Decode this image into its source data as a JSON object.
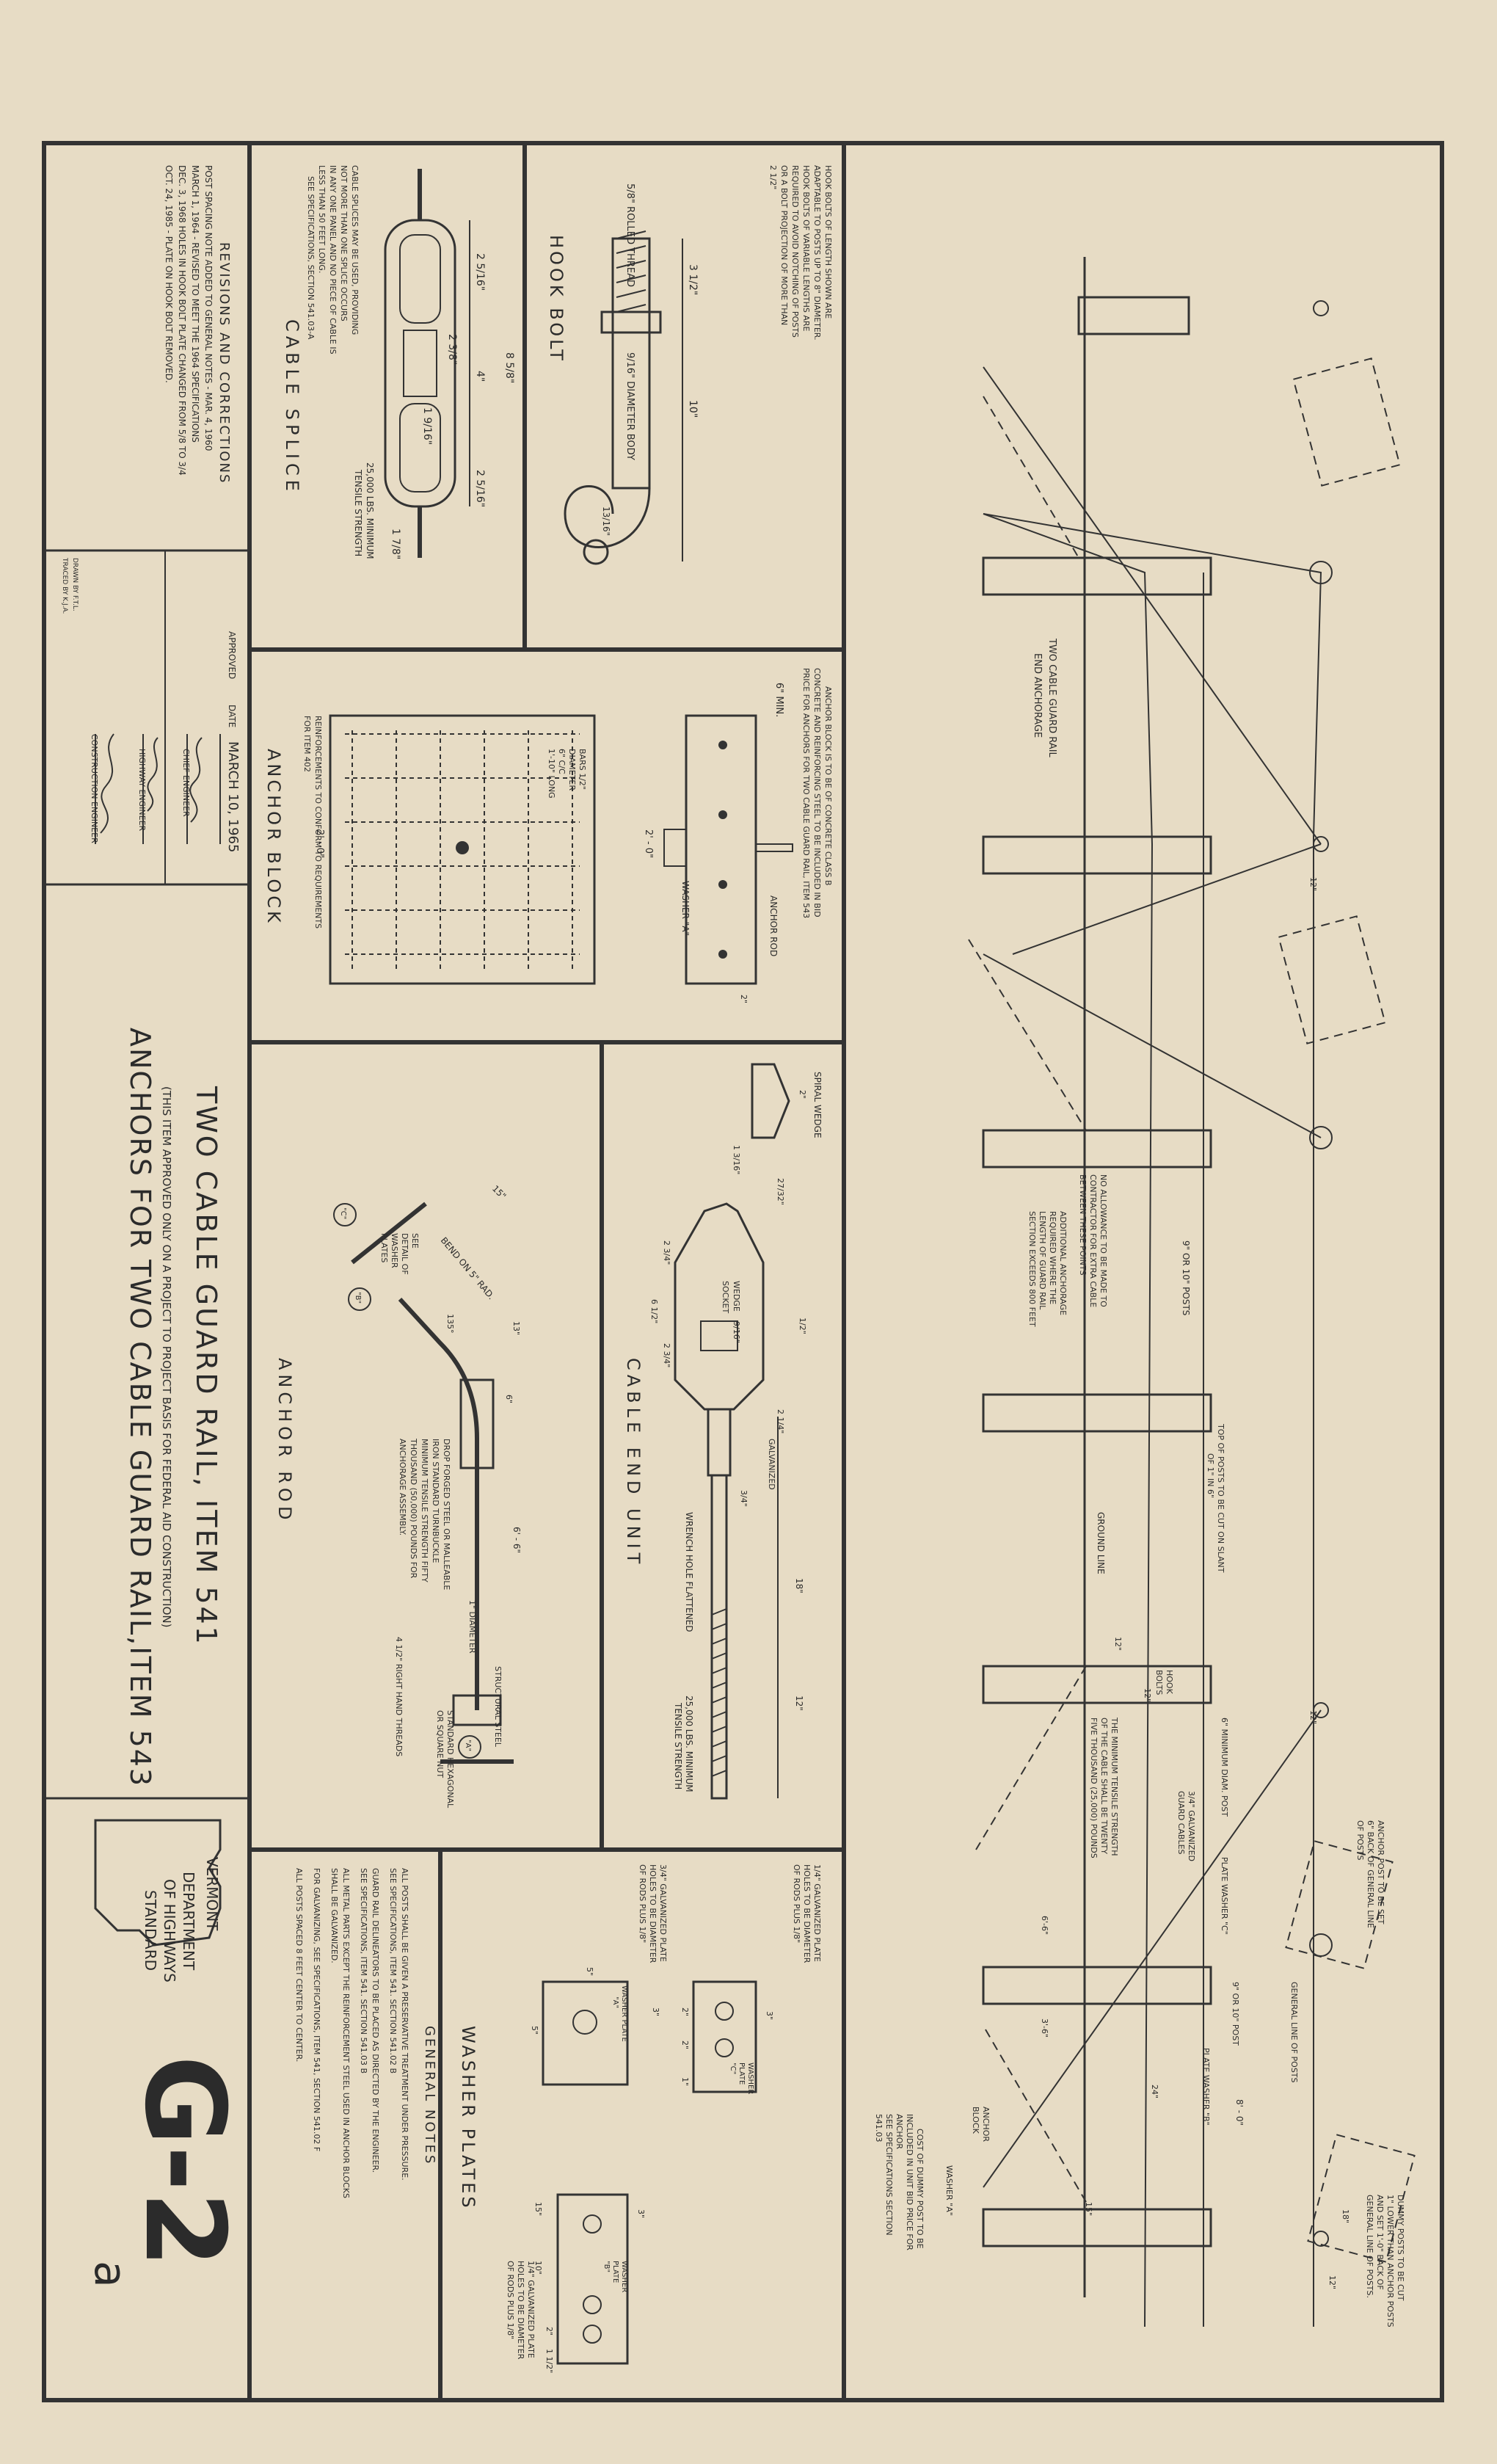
{
  "title_block": {
    "title_line1": "TWO CABLE GUARD RAIL, ITEM 541",
    "title_note": "(THIS ITEM APPROVED ONLY ON A PROJECT TO PROJECT BASIS FOR FEDERAL AID CONSTRUCTION)",
    "title_line2": "ANCHORS FOR TWO CABLE GUARD RAIL,ITEM 543",
    "state": "VERMONT",
    "agency_line1": "DEPARTMENT",
    "agency_line2": "OF HIGHWAYS",
    "agency_line3": "STANDARD",
    "sheet_number": "G-2",
    "sheet_suffix": "a"
  },
  "revisions": {
    "heading": "REVISIONS AND CORRECTIONS",
    "lines": [
      "POST SPACING NOTE ADDED TO GENERAL NOTES - MAR. 4, 1960",
      "MARCH 1, 1964 - REVISED TO MEET THE 1964 SPECIFICATIONS",
      "DEC. 3, 1968  HOLES IN HOOK BOLT PLATE CHANGED FROM 5/8 TO 3/4",
      "OCT. 24, 1985 - PLATE ON HOOK BOLT REMOVED."
    ]
  },
  "approval": {
    "approved_label": "APPROVED",
    "date_label": "DATE",
    "date_value": "MARCH 10, 1965",
    "drawn_by": "DRAWN BY  F.T.L.",
    "traced_by": "TRACED BY  K.J.A.",
    "chief_engineer": "CHIEF ENGINEER",
    "highway_engineer": "HIGHWAY ENGINEER",
    "construction_engineer": "CONSTRUCTION ENGINEER"
  },
  "cable_splice": {
    "title": "CABLE SPLICE",
    "note": [
      "CABLE SPLICES MAY BE USED, PROVIDING",
      "NOT MORE THAN ONE SPLICE OCCURS",
      "IN ANY ONE PANEL AND NO PIECE OF CABLE IS",
      "LESS THAN 50 FEET LONG.",
      "SEE SPECIFICATIONS, SECTION 541.03-A"
    ],
    "strength": [
      "25,000 LBS. MINIMUM",
      "TENSILE STRENGTH"
    ],
    "dims": [
      "2 5/16\"",
      "8 5/8\"",
      "2 3/8\"",
      "4\"",
      "1 9/16\"",
      "2 5/16\"",
      "1 7/8\""
    ]
  },
  "hook_bolt": {
    "title": "HOOK BOLT",
    "note": [
      "HOOK BOLTS OF LENGTH SHOWN ARE",
      "ADAPTABLE TO POSTS UP TO 8\" DIAMETER.",
      "HOOK BOLTS OF VARIABLE LENGTHS ARE",
      "REQUIRED TO AVOID NOTCHING OF POSTS",
      "OR A BOLT PROJECTION OF MORE THAN",
      "2 1/2\""
    ],
    "thread_label": "5/8\" ROLLED THREAD",
    "body_label": "9/16\" DIAMETER BODY",
    "dims": [
      "3 1/2\"",
      "10\"",
      "13/16\""
    ]
  },
  "anchor_block": {
    "title": "ANCHOR BLOCK",
    "note": [
      "ANCHOR BLOCK IS TO BE OF CONCRETE CLASS B",
      "CONCRETE AND REINFORCING STEEL TO BE INCLUDED IN BID",
      "PRICE FOR ANCHORS FOR TWO CABLE GUARD RAIL, ITEM 543"
    ],
    "bars_label": [
      "BARS 1/2\"",
      "DIAMETER",
      "6\" C/C",
      "1'-10\" LONG"
    ],
    "reinf_note": [
      "REINFORCEMENTS TO CONFORM TO REQUIREMENTS",
      "FOR ITEM 402"
    ],
    "anchor_rod_label": "ANCHOR ROD",
    "washer_label": "WASHER \"A\"",
    "dims": [
      "6\" MIN.",
      "2' - 0\"",
      "2' - 0\"",
      "2\""
    ]
  },
  "cable_end_unit": {
    "title": "CABLE END UNIT",
    "spiral_wedge": "SPIRAL WEDGE",
    "wedge_socket": [
      "WEDGE",
      "SOCKET"
    ],
    "galvanized": "GALVANIZED",
    "wrench_hole": "WRENCH HOLE FLATTENED",
    "strength": [
      "25,000 LBS. MINIMUM",
      "TENSILE STRENGTH"
    ],
    "dims": [
      "2\"",
      "1 3/16\"",
      "27/32\"",
      "9/16\"",
      "1/2\"",
      "2 3/4\"",
      "6 1/2\"",
      "2 3/4\"",
      "2 1/4\"",
      "3/4\"",
      "18\"",
      "12\""
    ]
  },
  "anchor_rod": {
    "title": "ANCHOR ROD",
    "see_detail": [
      "SEE",
      "DETAIL OF",
      "WASHER",
      "PLATES"
    ],
    "bend": "BEND ON 5\" RAD.",
    "forged_note": [
      "DROP FORGED STEEL OR MALLEABLE",
      "IRON STANDARD TURNBUCKLE",
      "MINIMUM TENSILE STRENGTH FIFTY",
      "THOUSAND (50,000) POUNDS FOR",
      "ANCHORAGE ASSEMBLY."
    ],
    "diameter": "1\" DIAMETER",
    "nut": [
      "STANDARD HEXAGONAL",
      "OR SQUARE NUT"
    ],
    "threads": "4 1/2\" RIGHT HAND THREADS",
    "structural_steel": "STRUCTURAL STEEL",
    "dims": [
      "15\"",
      "135°",
      "13\"",
      "6\"",
      "6' - 6\""
    ],
    "callouts": [
      "\"C\"",
      "\"B\"",
      "\"A\""
    ]
  },
  "washer_plates": {
    "title": "WASHER PLATES",
    "plate_c": [
      "WASHER",
      "PLATE",
      "\"C\""
    ],
    "plate_a": [
      "WASHER PLATE",
      "\"A\""
    ],
    "plate_b": [
      "WASHER",
      "PLATE",
      "\"B\""
    ],
    "note_c": [
      "1/4\" GALVANIZED PLATE",
      "HOLES TO BE DIAMETER",
      "OF RODS PLUS 1/8\""
    ],
    "note_a": [
      "3/4\" GALVANIZED PLATE",
      "HOLES TO BE DIAMETER",
      "OF RODS PLUS 1/8\""
    ],
    "note_b": [
      "1/4\" GALVANIZED PLATE",
      "HOLES TO BE DIAMETER",
      "OF RODS PLUS 1/8\""
    ],
    "dims": [
      "3\"",
      "2\"",
      "2\"",
      "1\"",
      "3\"",
      "5\"",
      "5\"",
      "3\"",
      "2\"",
      "1 1/2\"",
      "10\"",
      "15\""
    ]
  },
  "general_notes": {
    "heading": "GENERAL NOTES",
    "lines": [
      "ALL POSTS SHALL BE GIVEN A PRESERVATIVE TREATMENT UNDER PRESSURE.",
      "SEE SPECIFICATIONS, ITEM 541. SECTION 541.02 B",
      "GUARD RAIL DELINEATORS TO BE PLACED AS DIRECTED BY THE ENGINEER.",
      "SEE SPECIFICATIONS, ITEM 541. SECTION 541.03 B",
      "ALL METAL PARTS EXCEPT THE REINFORCEMENT STEEL USED IN ANCHOR BLOCKS",
      "SHALL BE GALVANIZED.",
      "FOR GALVANIZING, SEE SPECIFICATIONS, ITEM 541, SECTION 541.02 F",
      "ALL POSTS SPACED 8 FEET CENTER TO CENTER."
    ]
  },
  "elevation": {
    "two_cable_end": [
      "TWO CABLE GUARD RAIL",
      "END ANCHORAGE"
    ],
    "no_allowance": [
      "NO ALLOWANCE TO BE MADE TO",
      "CONTRACTOR FOR EXTRA CABLE",
      "BETWEEN THESE POINTS"
    ],
    "additional_anchorage": [
      "ADDITIONAL ANCHORAGE",
      "REQUIRED WHERE THE",
      "LENGTH OF GUARD RAIL",
      "SECTION EXCEEDS 800 FEET"
    ],
    "posts_9_10": "9\" OR 10\" POSTS",
    "top_of_posts": [
      "TOP OF POSTS TO BE CUT ON SLANT",
      "OF 1\" IN 6\""
    ],
    "ground_line": "GROUND LINE",
    "hook_bolts": [
      "HOOK",
      "BOLTS"
    ],
    "min_diam": "6\" MINIMUM DIAM. POST",
    "plate_washer_c": "PLATE WASHER \"C\"",
    "galv_cables": [
      "3/4\" GALVANIZED",
      "GUARD CABLES"
    ],
    "min_tensile": [
      "THE MINIMUM TENSILE STRENGTH",
      "OF THE CABLE SHALL BE TWENTY",
      "FIVE THOUSAND (25,000) POUNDS"
    ],
    "post_9_10": "9\" OR 10\" POST",
    "plate_washer_b": "PLATE WASHER \"B\"",
    "anchor_post": [
      "ANCHOR POST TO BE SET",
      "6\" BACK OF GENERAL LINE",
      "OF POSTS"
    ],
    "general_line": "GENERAL LINE OF POSTS",
    "dummy_posts": [
      "DUMMY POSTS TO BE CUT",
      "1\" LOWER THAN ANCHOR POSTS",
      "AND SET 1'-0\" BACK OF",
      "GENERAL LINE OF POSTS."
    ],
    "anchor_block": [
      "ANCHOR",
      "BLOCK"
    ],
    "washer_a": "WASHER \"A\"",
    "cost_dummy": [
      "COST OF DUMMY POST TO BE",
      "INCLUDED IN UNIT BID PRICE FOR",
      "ANCHOR",
      "SEE SPECIFICATIONS SECTION",
      "541.03"
    ],
    "dims": [
      "12\"",
      "12\"",
      "6'-6\"",
      "3'-6\"",
      "24\"",
      "15\"",
      "8' - 0\"",
      "18\"",
      "12\"",
      "12\"",
      "12\""
    ]
  }
}
